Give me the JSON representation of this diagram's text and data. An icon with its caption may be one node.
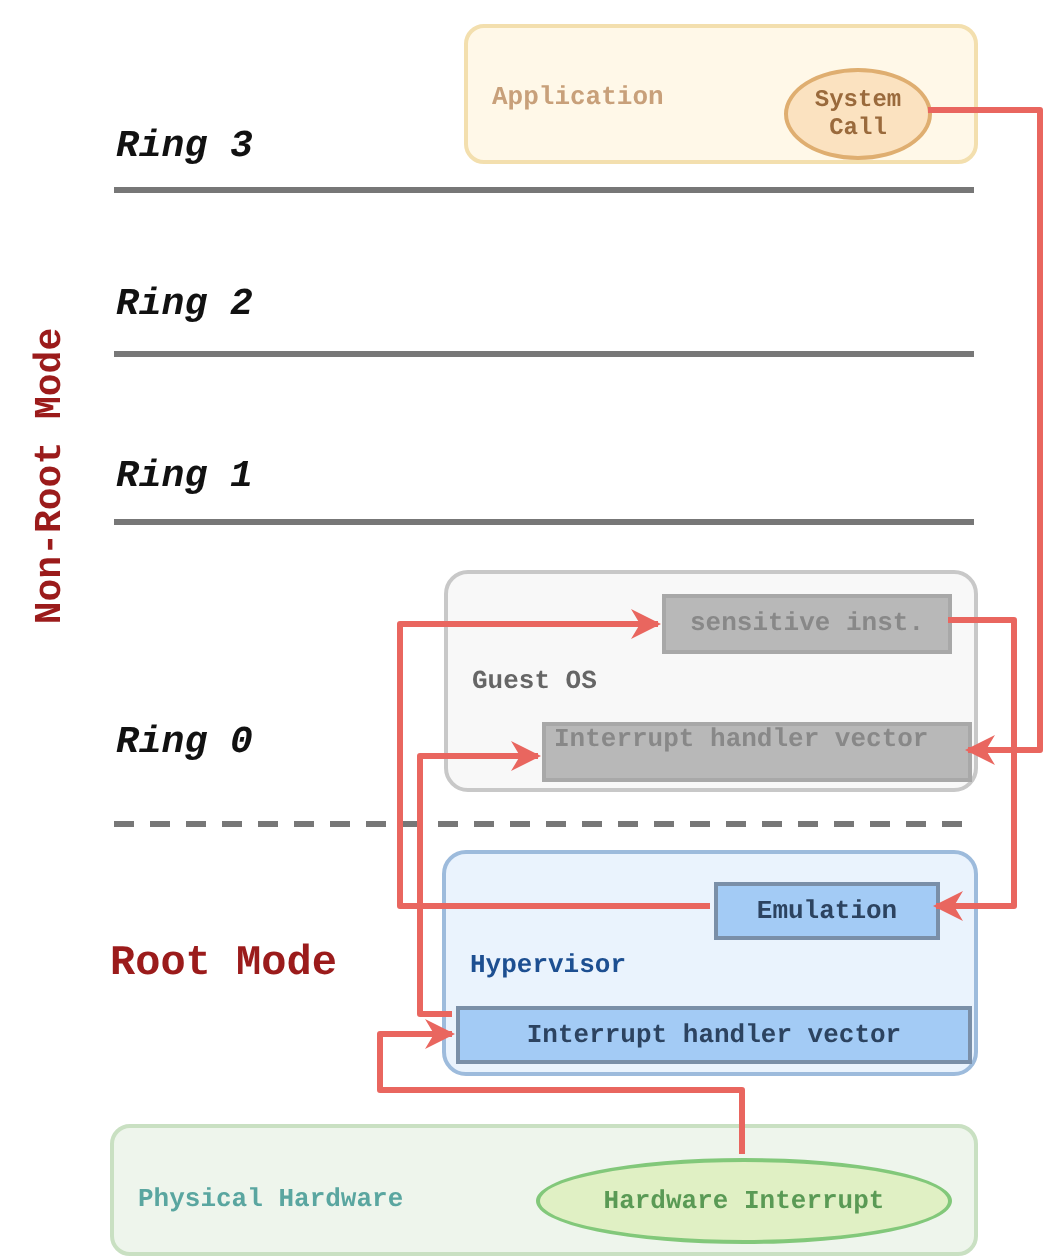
{
  "diagram": {
    "nodes": [
      {
        "text": [
          "Application"
        ]
      },
      {
        "text": [
          "System Call"
        ],
        "in": 0
      },
      {
        "text": [
          "Guest OS"
        ]
      },
      {
        "text": [
          "sensitive inst."
        ],
        "in": 2
      },
      {
        "text": [
          "Interrupt handler vector"
        ],
        "in": 2
      },
      {
        "text": [
          "Hypervisor"
        ]
      },
      {
        "text": [
          "Emulation"
        ],
        "in": 5
      },
      {
        "text": [
          "Interrupt handler vector"
        ],
        "in": 5
      },
      {
        "text": [
          "Physical Hardware"
        ]
      },
      {
        "text": [
          "Hardware Interrupt"
        ],
        "in": 8
      }
    ],
    "edges": [
      {
        "from": 1,
        "to": 4,
        "arrow": "to"
      },
      {
        "from": 3,
        "to": 6,
        "arrow": "to"
      },
      {
        "from": 6,
        "to": 3,
        "arrow": "to"
      },
      {
        "from": 9,
        "to": 7,
        "arrow": "to"
      },
      {
        "from": 7,
        "to": 4,
        "arrow": "to"
      }
    ],
    "labels": [
      "Ring 3",
      "Ring 2",
      "Ring 1",
      "Non-Root Mode",
      "Ring 0",
      "Root Mode"
    ]
  }
}
